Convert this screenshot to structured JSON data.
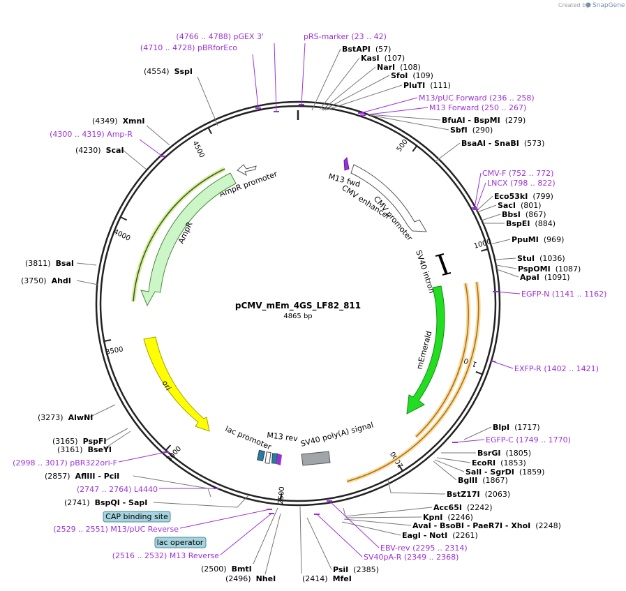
{
  "credit": {
    "prefix": "Created by",
    "brand": "SnapGene"
  },
  "plasmid": {
    "name": "pCMV_mEm_4GS_LF82_811",
    "length": "4865 bp"
  },
  "ticks": [
    "500",
    "1000",
    "1500",
    "2000",
    "2500",
    "3000",
    "3500",
    "4000",
    "4500"
  ],
  "features": {
    "ampr_promoter": "AmpR promoter",
    "ampr": "AmpR",
    "m13fwd": "M13 fwd",
    "cmv_enhancer": "CMV enhancer",
    "cmv_promoter": "CMV promoter",
    "sv40_intron": "SV40 intron",
    "memerald": "mEmerald",
    "ori": "ori",
    "lac_promoter": "lac promoter",
    "m13rev": "M13 rev",
    "sv40_polya": "SV40 poly(A) signal"
  },
  "boxed": {
    "cap": "CAP binding site",
    "lacop": "lac operator"
  },
  "labels": [
    {
      "id": "pgex3",
      "prim": true,
      "text": "(4766 .. 4788)  pGEX 3'"
    },
    {
      "id": "pbrforeco",
      "prim": true,
      "text": "(4710 .. 4728)  pBRforEco"
    },
    {
      "id": "prsmarker",
      "prim": true,
      "text": "pRS-marker    (23 .. 42)"
    },
    {
      "id": "bstapi",
      "name": "BstAPI",
      "pos": "(57)"
    },
    {
      "id": "kasi",
      "name": "KasI",
      "pos": "(107)"
    },
    {
      "id": "nari",
      "name": "NarI",
      "pos": "(108)"
    },
    {
      "id": "sfoi",
      "name": "SfoI",
      "pos": "(109)"
    },
    {
      "id": "pluti",
      "name": "PluTI",
      "pos": "(111)"
    },
    {
      "id": "m13puc_fwd",
      "prim": true,
      "text": "M13/pUC Forward    (236 .. 258)"
    },
    {
      "id": "m13_fwd",
      "prim": true,
      "text": "M13 Forward    (250 .. 267)"
    },
    {
      "id": "bfuai",
      "name": "BfuAI  - BspMI",
      "pos": "(279)"
    },
    {
      "id": "sbfi",
      "name": "SbfI",
      "pos": "(290)"
    },
    {
      "id": "bsaai",
      "name": "BsaAI  - SnaBI",
      "pos": "(573)"
    },
    {
      "id": "cmvf",
      "prim": true,
      "text": "CMV-F    (752 .. 772)"
    },
    {
      "id": "lncx",
      "prim": true,
      "text": "LNCX    (798 .. 822)"
    },
    {
      "id": "eco53ki",
      "name": "Eco53kI",
      "pos": "(799)"
    },
    {
      "id": "saci",
      "name": "SacI",
      "pos": "(801)"
    },
    {
      "id": "bbsi",
      "name": "BbsI",
      "pos": "(867)"
    },
    {
      "id": "bspei",
      "name": "BspEI",
      "pos": "(884)"
    },
    {
      "id": "ppumi",
      "name": "PpuMI",
      "pos": "(969)"
    },
    {
      "id": "stui",
      "name": "StuI",
      "pos": "(1036)"
    },
    {
      "id": "pspomi",
      "name": "PspOMI",
      "pos": "(1087)"
    },
    {
      "id": "apai",
      "name": "ApaI",
      "pos": "(1091)"
    },
    {
      "id": "egfpn",
      "prim": true,
      "text": "EGFP-N    (1141 .. 1162)"
    },
    {
      "id": "exfpr",
      "prim": true,
      "text": "EXFP-R    (1402 .. 1421)"
    },
    {
      "id": "blpi",
      "name": "BlpI",
      "pos": "(1717)"
    },
    {
      "id": "egfpc",
      "prim": true,
      "text": "EGFP-C    (1749 .. 1770)"
    },
    {
      "id": "bsrgi",
      "name": "BsrGI",
      "pos": "(1805)"
    },
    {
      "id": "ecori",
      "name": "EcoRI",
      "pos": "(1853)"
    },
    {
      "id": "sali",
      "name": "SalI  - SgrDI",
      "pos": "(1859)"
    },
    {
      "id": "bglii",
      "name": "BglII",
      "pos": "(1867)"
    },
    {
      "id": "bstz17i",
      "name": "BstZ17I",
      "pos": "(2063)"
    },
    {
      "id": "acc65i",
      "name": "Acc65I",
      "pos": "(2242)"
    },
    {
      "id": "kpni",
      "name": "KpnI",
      "pos": "(2246)"
    },
    {
      "id": "avai",
      "name": "AvaI  - BsoBI  - PaeR7I  - XhoI",
      "pos": "(2248)"
    },
    {
      "id": "eagi",
      "name": "EagI  - NotI",
      "pos": "(2261)"
    },
    {
      "id": "ebvrev",
      "prim": true,
      "text": "EBV-rev    (2295 .. 2314)"
    },
    {
      "id": "sv40par",
      "prim": true,
      "text": "SV40pA-R    (2349 .. 2368)"
    },
    {
      "id": "psii",
      "name": "PsiI",
      "pos": "(2385)"
    },
    {
      "id": "mfei",
      "name": "MfeI",
      "pos": "(2414)",
      "posFirst": true
    },
    {
      "id": "nhei",
      "name": "NheI",
      "pos": "(2496)",
      "posFirst": true
    },
    {
      "id": "bmti",
      "name": "BmtI",
      "pos": "(2500)",
      "posFirst": true
    },
    {
      "id": "m13rev_p",
      "prim": true,
      "text": "(2516 .. 2532)  M13 Reverse"
    },
    {
      "id": "m13puc_rev",
      "prim": true,
      "text": "(2529 .. 2551)  M13/pUC Reverse"
    },
    {
      "id": "bspqi",
      "name": "BspQI  - SapI",
      "pos": "(2741)",
      "posFirst": true
    },
    {
      "id": "l4440",
      "prim": true,
      "text": "(2747 .. 2764)  L4440"
    },
    {
      "id": "aflIII",
      "name": "AflIII  - PciI",
      "pos": "(2857)",
      "posFirst": true
    },
    {
      "id": "pbr322",
      "prim": true,
      "text": "(2998 .. 3017)  pBR322ori-F"
    },
    {
      "id": "bseyi",
      "name": "BseYI",
      "pos": "(3161)",
      "posFirst": true
    },
    {
      "id": "pspfi",
      "name": "PspFI",
      "pos": "(3165)",
      "posFirst": true
    },
    {
      "id": "alwni",
      "name": "AlwNI",
      "pos": "(3273)",
      "posFirst": true
    },
    {
      "id": "ahdi",
      "name": "AhdI",
      "pos": "(3750)",
      "posFirst": true
    },
    {
      "id": "bsai",
      "name": "BsaI",
      "pos": "(3811)",
      "posFirst": true
    },
    {
      "id": "scai",
      "name": "ScaI",
      "pos": "(4230)",
      "posFirst": true
    },
    {
      "id": "ampr_p",
      "prim": true,
      "text": "(4300 .. 4319)  Amp-R"
    },
    {
      "id": "xmni",
      "name": "XmnI",
      "pos": "(4349)",
      "posFirst": true
    },
    {
      "id": "sspi",
      "name": "SspI",
      "pos": "(4554)",
      "posFirst": true
    }
  ]
}
